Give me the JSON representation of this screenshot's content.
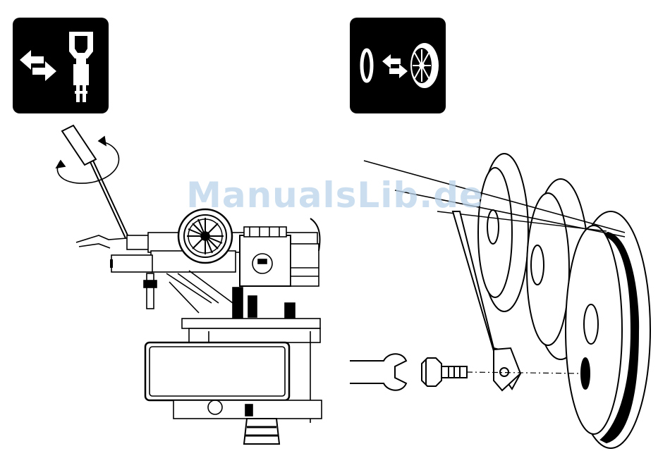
{
  "watermark": {
    "text": "ManualsLib.de"
  },
  "icons": {
    "left": [
      "swap-arrows-icon",
      "coupler-hook-icon"
    ],
    "right": [
      "rim-ring-icon",
      "swap-arrows-icon",
      "spoked-wheel-icon"
    ]
  },
  "illustrations": {
    "left": [
      "screwdriver-icon",
      "rotate-arrow-icon",
      "locomotive-chassis-detail"
    ],
    "right": [
      "drive-wheels-detail",
      "wrench-icon",
      "hex-bolt-icon",
      "coupling-rod"
    ]
  }
}
